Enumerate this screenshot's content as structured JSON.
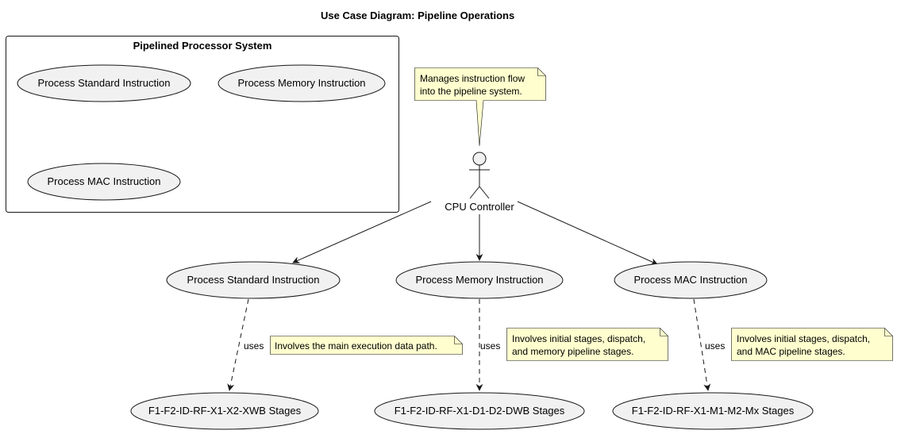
{
  "diagram": {
    "title": "Use Case Diagram: Pipeline Operations",
    "package": {
      "title": "Pipelined Processor System",
      "use_cases": [
        "Process Standard Instruction",
        "Process Memory Instruction",
        "Process MAC Instruction"
      ]
    },
    "actor": {
      "label": "CPU Controller",
      "note": [
        "Manages instruction flow",
        "into the pipeline system."
      ]
    },
    "main_use_cases": [
      "Process Standard Instruction",
      "Process Memory Instruction",
      "Process MAC Instruction"
    ],
    "stage_use_cases": [
      "F1-F2-ID-RF-X1-X2-XWB Stages",
      "F1-F2-ID-RF-X1-D1-D2-DWB Stages",
      "F1-F2-ID-RF-X1-M1-M2-Mx Stages"
    ],
    "relation_label": "uses",
    "stage_notes": [
      [
        "Involves the main execution data path."
      ],
      [
        "Involves initial stages, dispatch,",
        "and memory pipeline stages."
      ],
      [
        "Involves initial stages, dispatch,",
        "and MAC pipeline stages."
      ]
    ],
    "colors": {
      "usecase_fill": "#f1f1f1",
      "note_fill": "#fefece",
      "stroke": "#181818"
    }
  }
}
